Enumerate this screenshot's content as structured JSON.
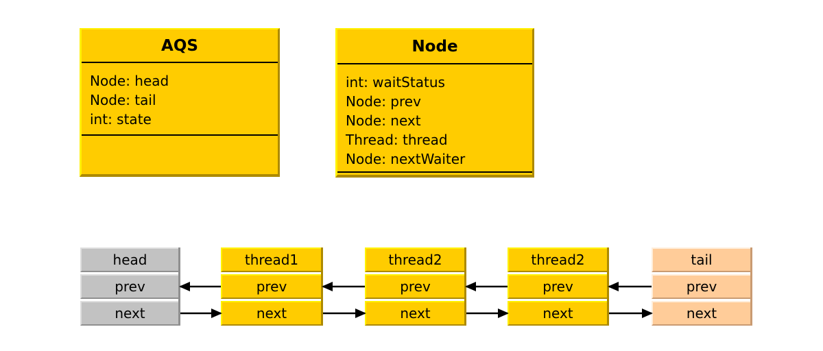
{
  "diagram": {
    "classes": [
      {
        "id": "aqs",
        "title": "AQS",
        "attributes": [
          "Node: head",
          "Node: tail",
          "int: state"
        ]
      },
      {
        "id": "node",
        "title": "Node",
        "attributes": [
          "int: waitStatus",
          "Node: prev",
          "Node: next",
          "Thread: thread",
          "Node: nextWaiter"
        ]
      }
    ],
    "nodes": [
      {
        "id": "head",
        "label": "head",
        "rows": [
          "prev",
          "next"
        ],
        "theme": "gray"
      },
      {
        "id": "thread1",
        "label": "thread1",
        "rows": [
          "prev",
          "next"
        ],
        "theme": "gold"
      },
      {
        "id": "thread2a",
        "label": "thread2",
        "rows": [
          "prev",
          "next"
        ],
        "theme": "gold"
      },
      {
        "id": "thread2b",
        "label": "thread2",
        "rows": [
          "prev",
          "next"
        ],
        "theme": "gold"
      },
      {
        "id": "tail",
        "label": "tail",
        "rows": [
          "prev",
          "next"
        ],
        "theme": "peach"
      }
    ],
    "edges": [
      {
        "name": "thread1-prev-to-head",
        "from": "thread1",
        "to": "head",
        "row": "prev"
      },
      {
        "name": "head-next-to-thread1",
        "from": "head",
        "to": "thread1",
        "row": "next"
      },
      {
        "name": "thread2a-prev-to-thread1",
        "from": "thread2a",
        "to": "thread1",
        "row": "prev"
      },
      {
        "name": "thread1-next-to-thread2a",
        "from": "thread1",
        "to": "thread2a",
        "row": "next"
      },
      {
        "name": "thread2b-prev-to-thread2a",
        "from": "thread2b",
        "to": "thread2a",
        "row": "prev"
      },
      {
        "name": "thread2a-next-to-thread2b",
        "from": "thread2a",
        "to": "thread2b",
        "row": "next"
      },
      {
        "name": "tail-prev-to-thread2b",
        "from": "tail",
        "to": "thread2b",
        "row": "prev"
      },
      {
        "name": "thread2b-next-to-tail",
        "from": "thread2b",
        "to": "tail",
        "row": "next"
      }
    ],
    "colors": {
      "background": "#FFFFFF",
      "line": "#000000",
      "text": "#000000",
      "gold": {
        "fill": "#FFCC00",
        "highlight": "#FFF200",
        "shadow": "#AD8A00"
      },
      "gray": {
        "fill": "#C2C2C2",
        "highlight": "#DEDEDE",
        "shadow": "#8F8F8F"
      },
      "peach": {
        "fill": "#FFCC99",
        "highlight": "#FFEEDB",
        "shadow": "#C99B72"
      }
    }
  }
}
